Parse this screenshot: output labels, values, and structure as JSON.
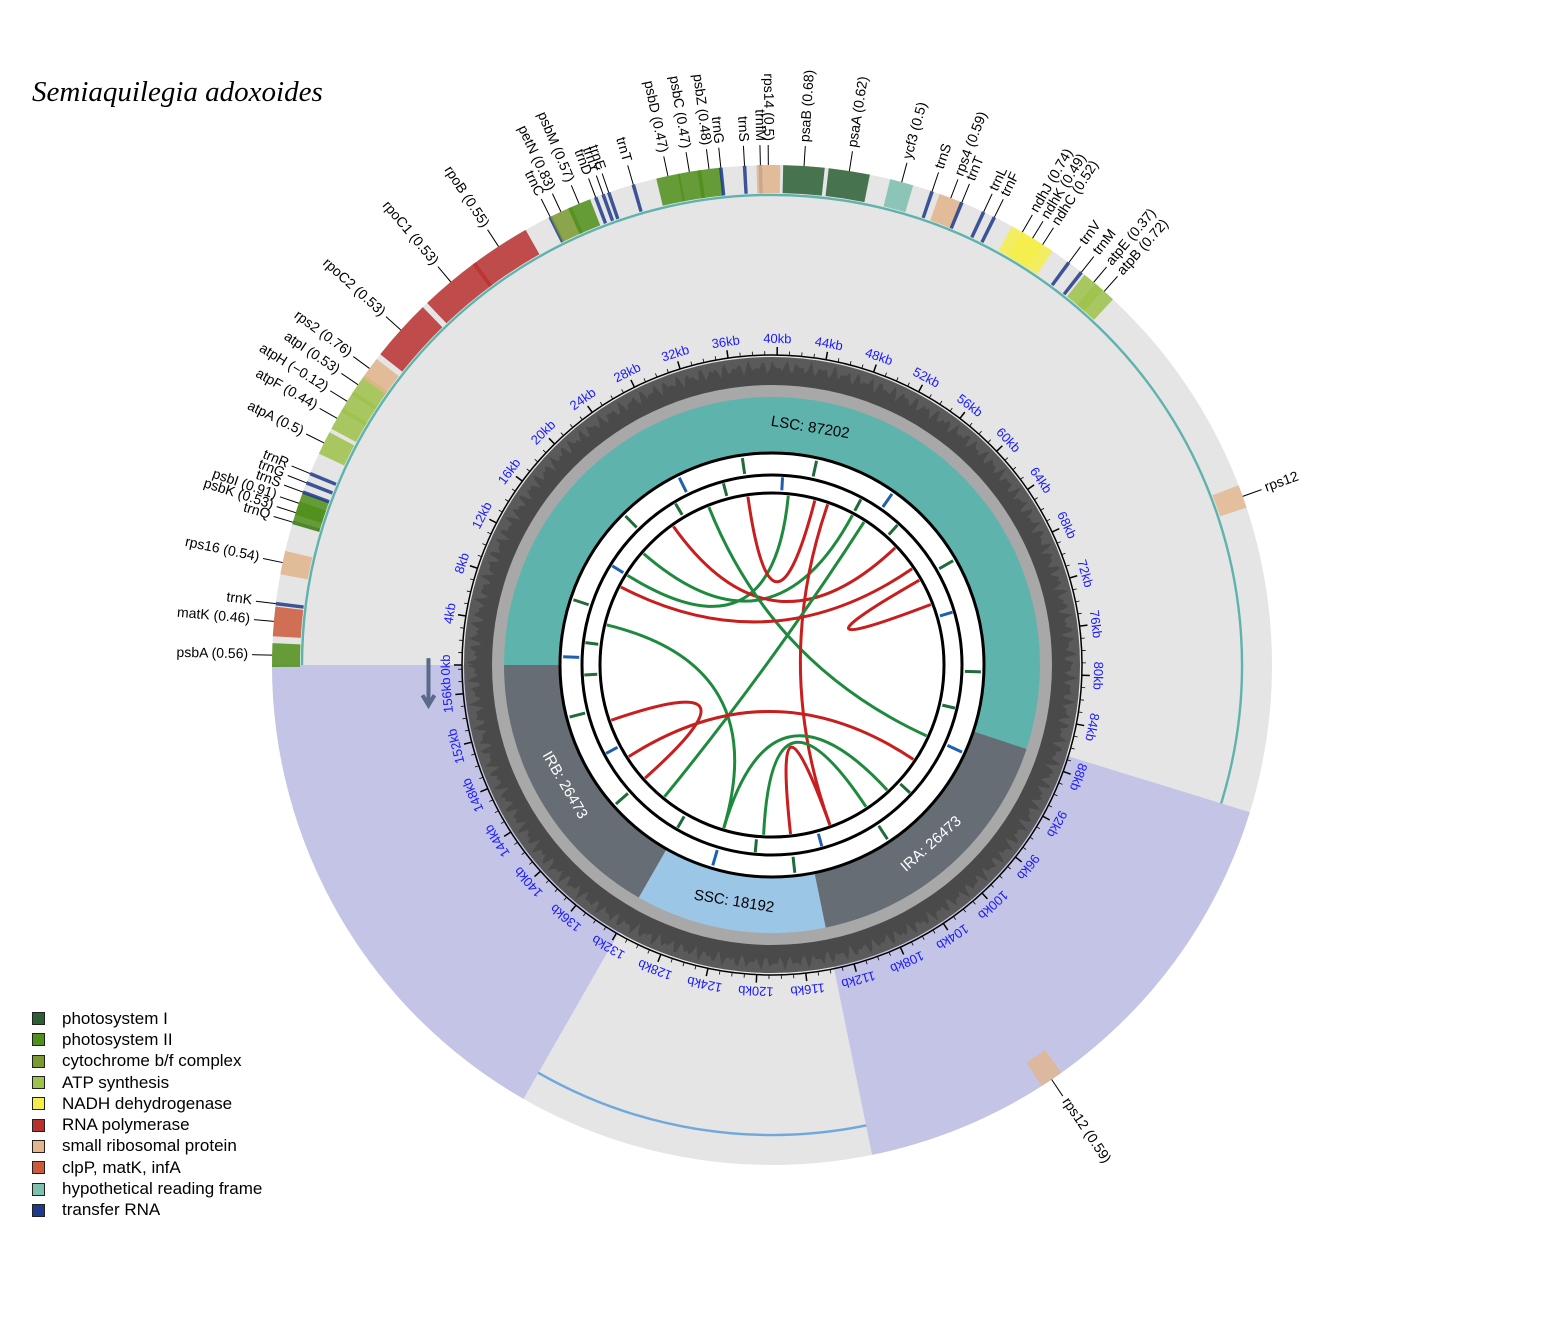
{
  "title": "Semiaquilegia adoxoides",
  "colors": {
    "photosystem_I": "#2d5f35",
    "photosystem_II": "#4f8f1a",
    "cytochrome": "#7a9a30",
    "atp": "#9ec24a",
    "ndh": "#f5ee4a",
    "rna_pol": "#b8312f",
    "ribosomal": "#e2b58c",
    "clpP": "#cc5a3a",
    "ycf": "#7cc0b0",
    "trna": "#1f3a8a",
    "lsc": "#5fb3ad",
    "ir": "#676d74",
    "ssc": "#9cc6e6",
    "ring_bg": "#e5e5e5",
    "ir_overlay": "#c4c4e6",
    "tick_label": "#1a1aff"
  },
  "legend": [
    {
      "label": "photosystem I",
      "color": "#2d5f35"
    },
    {
      "label": "photosystem II",
      "color": "#4f8f1a"
    },
    {
      "label": "cytochrome b/f complex",
      "color": "#7a9a30"
    },
    {
      "label": "ATP synthesis",
      "color": "#9ec24a"
    },
    {
      "label": "NADH dehydrogenase",
      "color": "#f5ee4a"
    },
    {
      "label": "RNA polymerase",
      "color": "#b8312f"
    },
    {
      "label": "small ribosomal protein",
      "color": "#e2b58c"
    },
    {
      "label": "clpP, matK, infA",
      "color": "#cc5a3a"
    },
    {
      "label": "hypothetical reading frame",
      "color": "#7cc0b0"
    },
    {
      "label": "transfer RNA",
      "color": "#1f3a8a"
    }
  ],
  "regions": [
    {
      "label": "LSC: 87202",
      "start": 0,
      "end": 87202,
      "color": "#5fb3ad"
    },
    {
      "label": "IRA: 26473",
      "start": 87202,
      "end": 113675,
      "color": "#676d74"
    },
    {
      "label": "SSC: 18192",
      "start": 113675,
      "end": 131867,
      "color": "#9cc6e6"
    },
    {
      "label": "IRB: 26473",
      "start": 131867,
      "end": 158340,
      "color": "#676d74"
    }
  ],
  "genome_length": 158340,
  "ticks": [
    "0kb",
    "4kb",
    "8kb",
    "12kb",
    "16kb",
    "20kb",
    "24kb",
    "28kb",
    "32kb",
    "36kb",
    "40kb",
    "44kb",
    "48kb",
    "52kb",
    "56kb",
    "60kb",
    "64kb",
    "68kb",
    "72kb",
    "76kb",
    "80kb",
    "84kb",
    "88kb",
    "92kb",
    "96kb",
    "100kb",
    "104kb",
    "108kb",
    "112kb",
    "116kb",
    "120kb",
    "124kb",
    "128kb",
    "132kb",
    "136kb",
    "140kb",
    "144kb",
    "148kb",
    "152kb",
    "156kb"
  ],
  "genes": [
    {
      "label": "psbA (0.56)",
      "pos": 0.5,
      "color": "#4f8f1a"
    },
    {
      "label": "matK (0.46)",
      "pos": 2.2,
      "color": "#cc5a3a"
    },
    {
      "label": "trnK",
      "pos": 3.1,
      "color": "#1f3a8a"
    },
    {
      "label": "rps16 (0.54)",
      "pos": 5.2,
      "color": "#e2b58c"
    },
    {
      "label": "trnQ",
      "pos": 7.3,
      "color": "#1f3a8a"
    },
    {
      "label": "psbK (0.53)",
      "pos": 7.8,
      "color": "#4f8f1a"
    },
    {
      "label": "psbI (0.91)",
      "pos": 8.3,
      "color": "#4f8f1a"
    },
    {
      "label": "trnS",
      "pos": 8.9,
      "color": "#1f3a8a"
    },
    {
      "label": "trnG",
      "pos": 9.4,
      "color": "#1f3a8a"
    },
    {
      "label": "trnR",
      "pos": 9.9,
      "color": "#1f3a8a"
    },
    {
      "label": "atpA (0.5)",
      "pos": 11.6,
      "color": "#9ec24a"
    },
    {
      "label": "atpF (0.44)",
      "pos": 13.0,
      "color": "#9ec24a"
    },
    {
      "label": "atpH (−0.12)",
      "pos": 14.0,
      "color": "#9ec24a"
    },
    {
      "label": "atpI (0.53)",
      "pos": 15.0,
      "color": "#9ec24a"
    },
    {
      "label": "rps2 (0.76)",
      "pos": 16.0,
      "color": "#e2b58c"
    },
    {
      "label": "rpoC2 (0.53)",
      "pos": 18.5,
      "color": "#b8312f"
    },
    {
      "label": "rpoC1 (0.53)",
      "pos": 22.0,
      "color": "#b8312f"
    },
    {
      "label": "rpoB (0.55)",
      "pos": 25.0,
      "color": "#b8312f"
    },
    {
      "label": "trnC",
      "pos": 28.0,
      "color": "#1f3a8a"
    },
    {
      "label": "petN (0.83)",
      "pos": 28.6,
      "color": "#7a9a30"
    },
    {
      "label": "psbM (0.57)",
      "pos": 29.6,
      "color": "#4f8f1a"
    },
    {
      "label": "trnD",
      "pos": 30.5,
      "color": "#1f3a8a"
    },
    {
      "label": "trnY",
      "pos": 30.9,
      "color": "#1f3a8a"
    },
    {
      "label": "trnE",
      "pos": 31.2,
      "color": "#1f3a8a"
    },
    {
      "label": "trnT",
      "pos": 32.5,
      "color": "#1f3a8a"
    },
    {
      "label": "psbD (0.47)",
      "pos": 34.3,
      "color": "#4f8f1a"
    },
    {
      "label": "psbC (0.47)",
      "pos": 35.4,
      "color": "#4f8f1a"
    },
    {
      "label": "psbZ (0.48)",
      "pos": 36.4,
      "color": "#4f8f1a"
    },
    {
      "label": "trnG",
      "pos": 37.0,
      "color": "#1f3a8a"
    },
    {
      "label": "trnS",
      "pos": 38.2,
      "color": "#1f3a8a"
    },
    {
      "label": "trnfM",
      "pos": 39.0,
      "color": "#1f3a8a"
    },
    {
      "label": "rps14 (0.5)",
      "pos": 39.4,
      "color": "#e2b58c"
    },
    {
      "label": "psaB (0.68)",
      "pos": 41.2,
      "color": "#2d5f35"
    },
    {
      "label": "psaA (0.62)",
      "pos": 43.5,
      "color": "#2d5f35"
    },
    {
      "label": "ycf3 (0.5)",
      "pos": 46.2,
      "color": "#7cc0b0"
    },
    {
      "label": "trnS",
      "pos": 47.8,
      "color": "#1f3a8a"
    },
    {
      "label": "rps4 (0.59)",
      "pos": 48.8,
      "color": "#e2b58c"
    },
    {
      "label": "trnT",
      "pos": 49.4,
      "color": "#1f3a8a"
    },
    {
      "label": "trnL",
      "pos": 50.6,
      "color": "#1f3a8a"
    },
    {
      "label": "trnF",
      "pos": 51.2,
      "color": "#1f3a8a"
    },
    {
      "label": "ndhJ (0.74)",
      "pos": 52.8,
      "color": "#f5ee4a"
    },
    {
      "label": "ndhK (0.49)",
      "pos": 53.4,
      "color": "#f5ee4a"
    },
    {
      "label": "ndhC (0.52)",
      "pos": 54.0,
      "color": "#f5ee4a"
    },
    {
      "label": "trnV",
      "pos": 55.6,
      "color": "#1f3a8a"
    },
    {
      "label": "trnM",
      "pos": 56.4,
      "color": "#1f3a8a"
    },
    {
      "label": "atpE (0.37)",
      "pos": 57.2,
      "color": "#9ec24a"
    },
    {
      "label": "atpB (0.72)",
      "pos": 57.9,
      "color": "#9ec24a"
    },
    {
      "label": "rps12",
      "pos": 70.5,
      "color": "#e2b58c"
    },
    {
      "label": "rps12 (0.59)",
      "pos": 103.8,
      "color": "#e2b58c"
    }
  ]
}
